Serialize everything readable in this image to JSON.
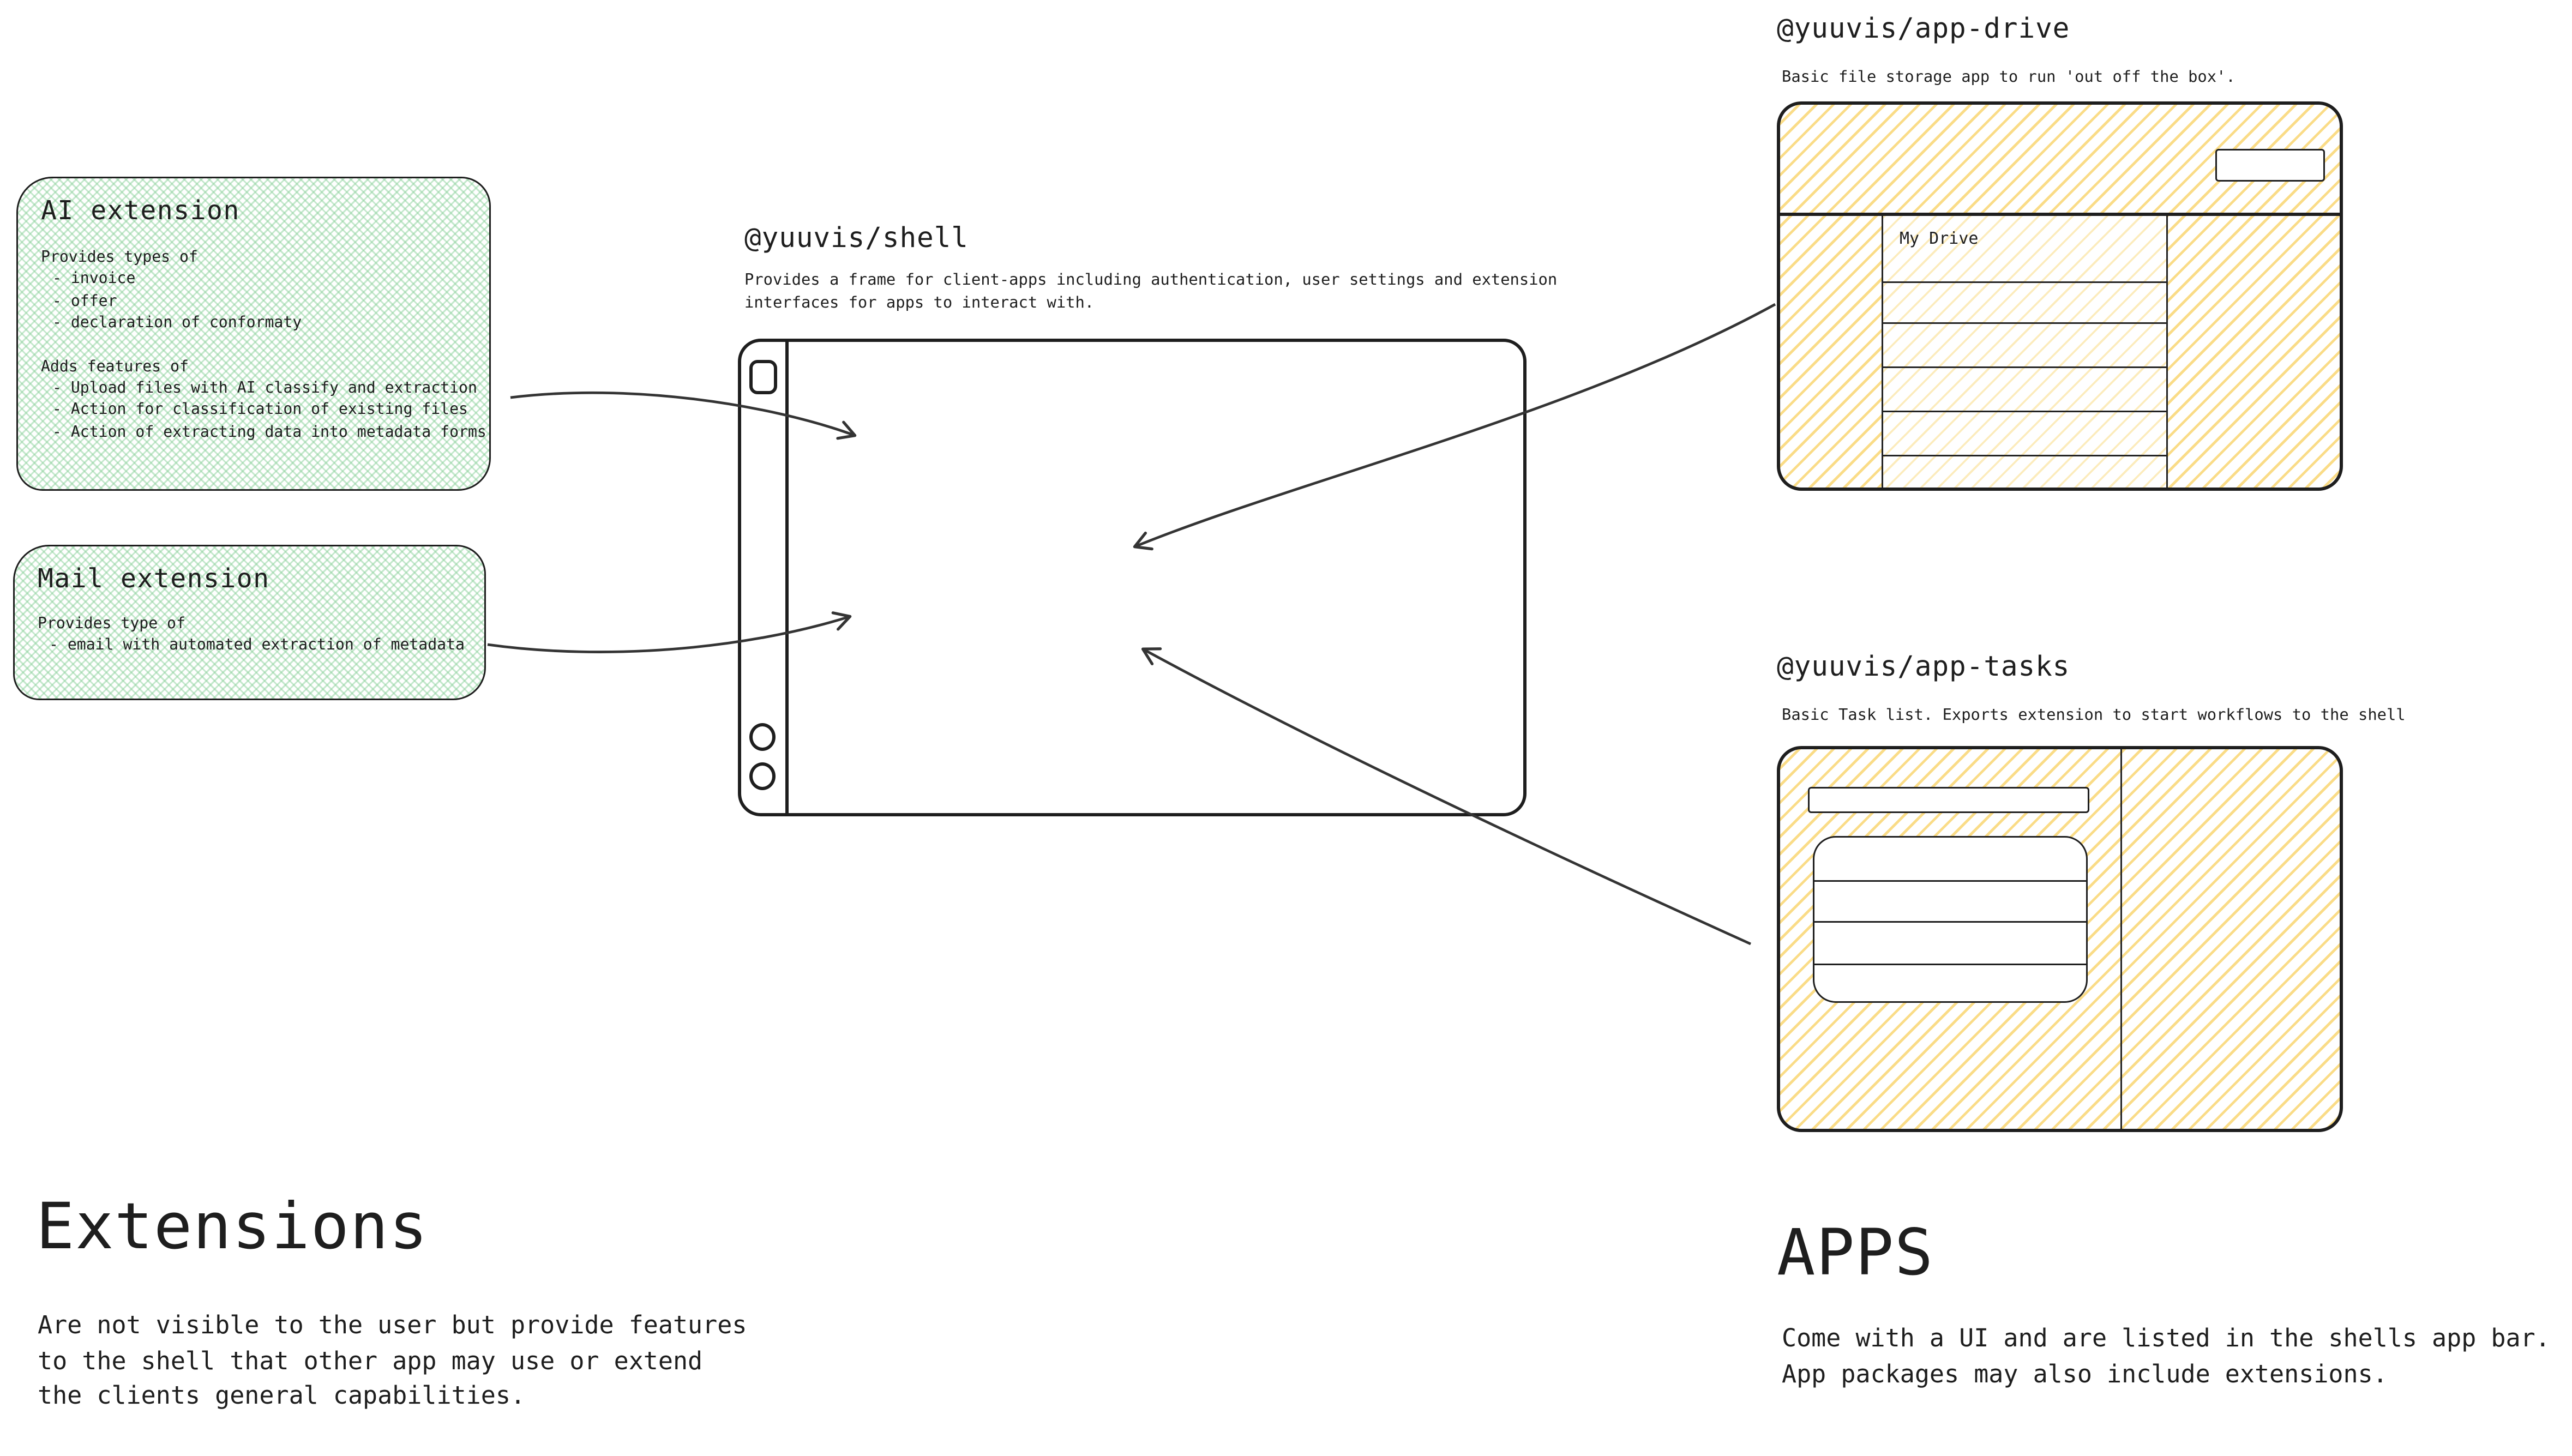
{
  "palette": {
    "stroke": "#1e1e1e",
    "green_hatch": "#8bd19b",
    "yellow_hatch": "#fad87a",
    "background": "#ffffff"
  },
  "ai_extension": {
    "title": "AI extension",
    "provides_label": "Provides types of",
    "provides_items": [
      "- invoice",
      "- offer",
      "- declaration of conformaty"
    ],
    "features_label": "Adds features of",
    "features_items": [
      "- Upload files with AI classify and extraction",
      "- Action for classification of existing files",
      "- Action of extracting data into metadata forms"
    ]
  },
  "mail_extension": {
    "title": "Mail extension",
    "provides_label": "Provides type of",
    "provides_items": [
      "- email with automated extraction of metadata"
    ]
  },
  "shell": {
    "title": "@yuuvis/shell",
    "description": "Provides a frame for client-apps including authentication, user settings and extension\ninterfaces for apps to interact with."
  },
  "app_drive": {
    "title": "@yuuvis/app-drive",
    "description": "Basic file storage app to run 'out off the box'.",
    "panel_label": "My Drive"
  },
  "app_tasks": {
    "title": "@yuuvis/app-tasks",
    "description": "Basic Task list. Exports extension to start workflows to the shell"
  },
  "extensions_section": {
    "heading": "Extensions",
    "body": "Are not visible to the user but provide features\nto the shell that other app may use or extend\nthe clients general capabilities."
  },
  "apps_section": {
    "heading": "APPS",
    "body": "Come with a UI and are listed in the shells app bar.\nApp packages may also include extensions."
  }
}
